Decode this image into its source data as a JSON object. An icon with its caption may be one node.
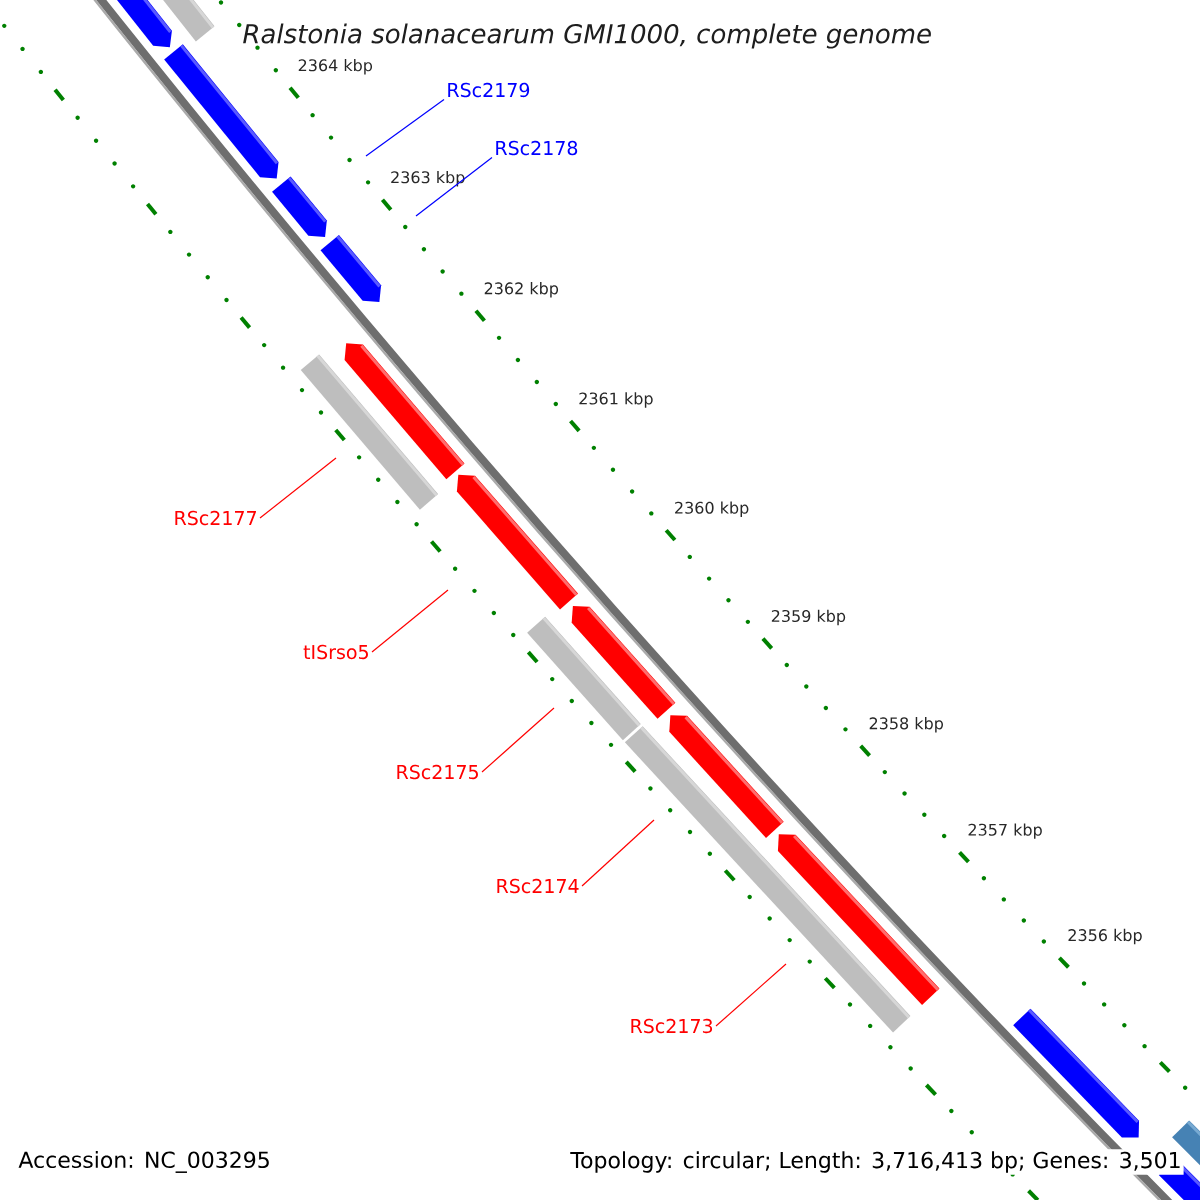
{
  "diagram": {
    "title": "Ralstonia solanacearum GMI1000, complete genome",
    "nodes": [
      {
        "text": [
          "RSc2179"
        ]
      },
      {
        "text": [
          "RSc2178"
        ]
      },
      {
        "text": [
          "RSc2177"
        ]
      },
      {
        "text": [
          "tISrso5"
        ]
      },
      {
        "text": [
          "RSc2175"
        ]
      },
      {
        "text": [
          "RSc2174"
        ]
      },
      {
        "text": [
          "RSc2173"
        ]
      }
    ],
    "edges": [
      {
        "from": 0,
        "to": null,
        "arrow": "none",
        "color": "#0000ff"
      },
      {
        "from": 1,
        "to": null,
        "arrow": "none",
        "color": "#0000ff"
      },
      {
        "from": 2,
        "to": null,
        "arrow": "none"
      },
      {
        "from": 3,
        "to": null,
        "arrow": "none"
      },
      {
        "from": 4,
        "to": null,
        "arrow": "none"
      },
      {
        "from": 5,
        "to": null,
        "arrow": "none"
      },
      {
        "from": 6,
        "to": null,
        "arrow": "none"
      }
    ],
    "labels": [
      "2364 kbp",
      "2363 kbp",
      "2362 kbp",
      "2361 kbp",
      "2360 kbp",
      "2359 kbp",
      "2358 kbp",
      "2357 kbp",
      "2356 kbp",
      "Accession: NC_003295",
      "Topology: circular; Length: 3,716,413 bp; Genes: 3,501"
    ]
  }
}
